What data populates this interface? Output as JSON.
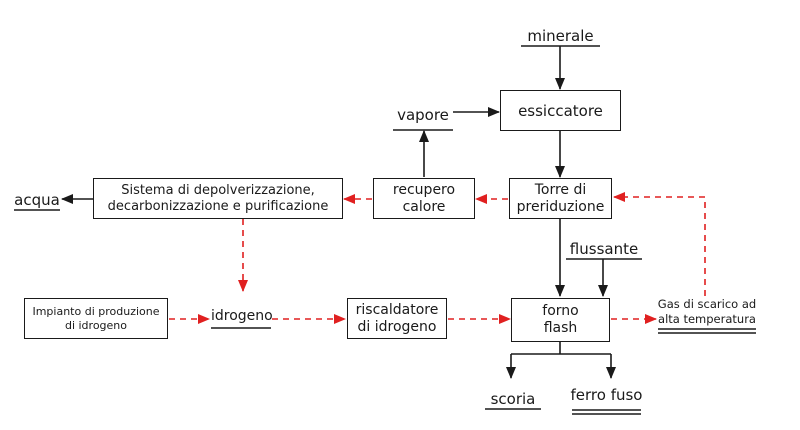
{
  "colors": {
    "line": "#1a1a1a",
    "dashed": "#e02020"
  },
  "nodes": {
    "minerale": "minerale",
    "essiccatore": "essiccatore",
    "vapore": "vapore",
    "torre_line1": "Torre di",
    "torre_line2": "preriduzione",
    "recupero_line1": "recupero",
    "recupero_line2": "calore",
    "sistema_line1": "Sistema di depolverizzazione,",
    "sistema_line2": "decarbonizzazione e purificazione",
    "acqua": "acqua",
    "flussante": "flussante",
    "impianto_line1": "Impianto di produzione",
    "impianto_line2": "di idrogeno",
    "idrogeno": "idrogeno",
    "riscaldatore_line1": "riscaldatore",
    "riscaldatore_line2": "di idrogeno",
    "forno_line1": "forno",
    "forno_line2": "flash",
    "gas_line1": "Gas di scarico ad",
    "gas_line2": "alta temperatura",
    "scoria": "scoria",
    "ferro_fuso": "ferro fuso"
  }
}
